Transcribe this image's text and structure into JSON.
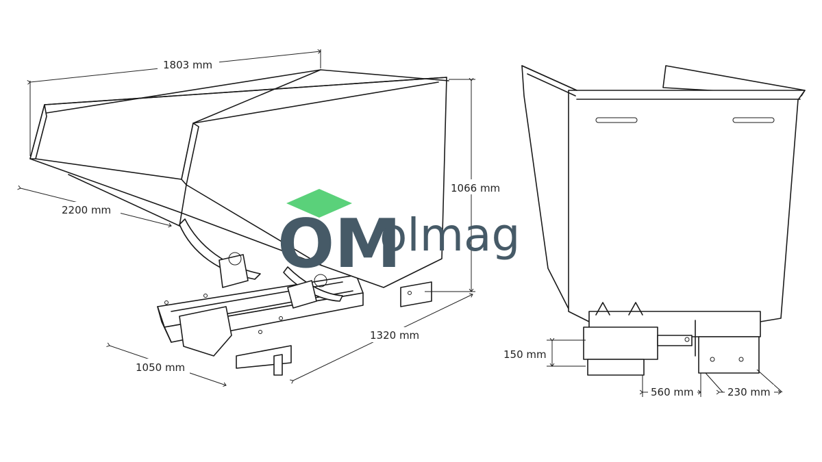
{
  "brand": {
    "name": "olmag",
    "mark": "OM",
    "colors": {
      "text": "#465a67",
      "accent": "#5ad17a"
    }
  },
  "dimensions": {
    "width_top": "1803 mm",
    "length": "2200 mm",
    "height": "1066 mm",
    "base_length": "1320 mm",
    "base_width": "1050 mm",
    "fork_height": "150 mm",
    "fork_spacing": "560 mm",
    "fork_width": "230 mm"
  }
}
